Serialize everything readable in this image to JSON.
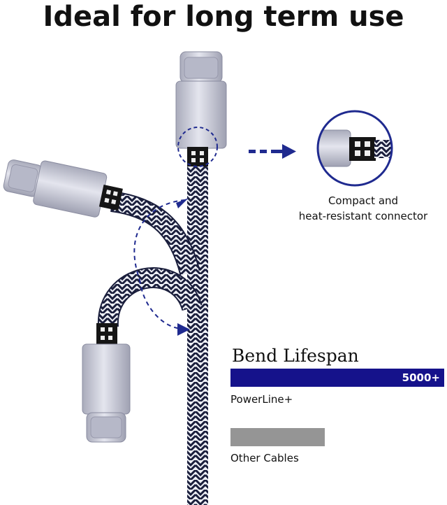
{
  "title": "Ideal for long term use",
  "connector_caption": [
    "Compact and",
    "heat-resistant connector"
  ],
  "bend_lifespan": {
    "heading": "Bend Lifespan",
    "bars": [
      {
        "name": "PowerLine+",
        "value_label": "5000+",
        "relative_length": 1.0,
        "color": "#15128b"
      },
      {
        "name": "Other Cables",
        "value_label": "",
        "relative_length": 0.44,
        "color": "#959595"
      }
    ]
  },
  "colors": {
    "connector_metal": "#c7c9d6",
    "braid_dark": "#1a1e3c",
    "braid_light": "#eef0f6",
    "arrow_blue": "#1f2a8f"
  },
  "icons": [
    "usb-c-connector-icon",
    "braided-cable-icon",
    "bend-arrow-icon",
    "right-arrow-icon",
    "magnifier-circle-icon"
  ]
}
